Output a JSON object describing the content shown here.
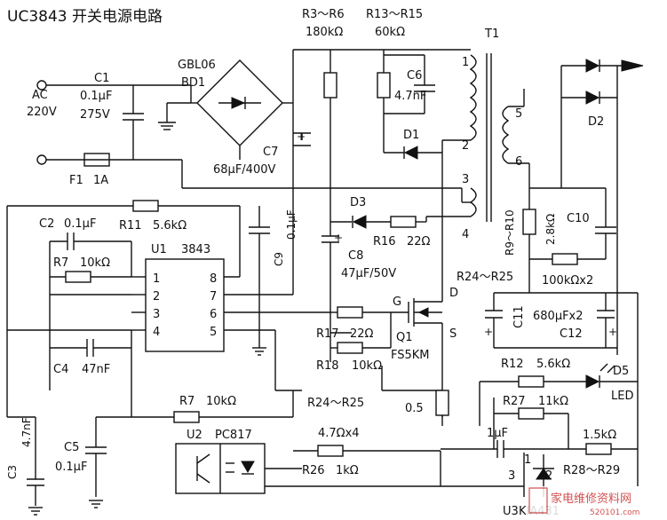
{
  "title": "UC3843 开关电源电路",
  "components": {
    "ac_label": "AC",
    "ac_voltage": "220V",
    "c1": "C1",
    "c1_value": "0.1μF",
    "c1_rating": "275V",
    "f1": "F1",
    "f1_value": "1A",
    "bridge_part": "GBL06",
    "bridge_ref": "BD1",
    "c7": "C7",
    "c7_value": "68μF/400V",
    "r3_r6": "R3～R6",
    "r3_r6_value": "180kΩ",
    "r13_r15": "R13～R15",
    "r13_r15_value": "60kΩ",
    "c6": "C6",
    "c6_value": "4.7nF",
    "d1": "D1",
    "t1": "T1",
    "pin1": "1",
    "pin2": "2",
    "pin3": "3",
    "pin4": "4",
    "pin5": "5",
    "pin6": "6",
    "d2": "D2",
    "d3": "D3",
    "r16": "R16",
    "r16_value": "22Ω",
    "c8": "C8",
    "c8_value": "47μF/50V",
    "c9": "C9",
    "c9_value": "0.1μF",
    "c2": "C2",
    "c2_value": "0.1μF",
    "r11": "R11",
    "r11_value": "5.6kΩ",
    "u1": "U1",
    "u1_part": "3843",
    "r7": "R7",
    "r7_value": "10kΩ",
    "ic_pin1": "1",
    "ic_pin2": "2",
    "ic_pin3": "3",
    "ic_pin4": "4",
    "ic_pin5": "5",
    "ic_pin6": "6",
    "ic_pin7": "7",
    "ic_pin8": "8",
    "c4": "C4",
    "c4_value": "47nF",
    "r17": "R17",
    "r17_value": "22Ω",
    "r18": "R18",
    "r18_value": "10kΩ",
    "gate": "G",
    "drain": "D",
    "source": "S",
    "q1": "Q1",
    "q1_part": "FS5KM",
    "r24_r25": "R24～R25",
    "r24_r25_bottom": "R24～R25",
    "r24_r25_value": "4.7Ωx4",
    "r_0_5": "0.5",
    "r9_r10": "R9～R10",
    "r9_r10_value": "2.8kΩ",
    "c10": "C10",
    "r_100k": "100kΩx2",
    "c11": "C11",
    "c11_c12_value": "680μFx2",
    "c12": "C12",
    "r12": "R12",
    "r12_value": "5.6kΩ",
    "d5": "D5",
    "d5_type": "LED",
    "r27": "R27",
    "r27_value": "11kΩ",
    "cap_1u": "1μF",
    "r_1_5k": "1.5kΩ",
    "r28_r29": "R28～R29",
    "c3": "C3",
    "c3_value": "4.7nF",
    "c5": "C5",
    "c5_value": "0.1μF",
    "r7_b": "R7",
    "r7_b_value": "10kΩ",
    "u2": "U2",
    "u2_part": "PC817",
    "r26": "R26",
    "r26_value": "1kΩ",
    "u3_pin1": "1",
    "u3_pin2": "2",
    "u3_pin3": "3",
    "u3": "U3",
    "u3_part": "KIA431"
  },
  "watermark": {
    "brand": "家电维修资料网",
    "site": "520101.com"
  },
  "colors": {
    "ink": "#111111",
    "paper": "#ffffff",
    "watermark": "#cc3333"
  }
}
